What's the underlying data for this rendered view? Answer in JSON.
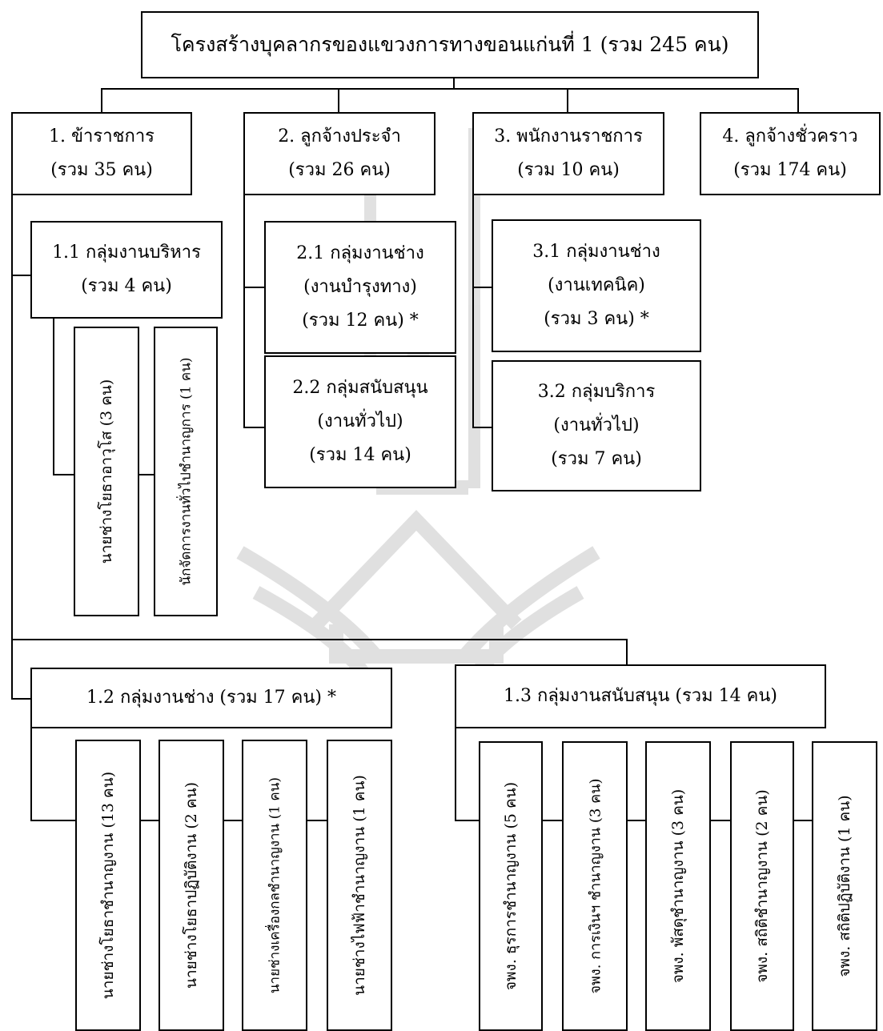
{
  "title": "โครงสร้างบุคลากรของแขวงการทางขอนแก่นที่ 1  (รวม 245 คน)",
  "level1": [
    {
      "name": "1. ข้าราชการ",
      "total": "(รวม 35 คน)"
    },
    {
      "name": "2. ลูกจ้างประจำ",
      "total": "(รวม 26 คน)"
    },
    {
      "name": "3. พนักงานราชการ",
      "total": "(รวม 10 คน)"
    },
    {
      "name": "4. ลูกจ้างชั่วคราว",
      "total": "(รวม 174 คน)"
    }
  ],
  "group_1_1": {
    "name": "1.1 กลุ่มงานบริหาร",
    "total": "(รวม 4 คน)",
    "positions": [
      "นายช่างโยธาอาวุโส  (3 คน)",
      "นักจัดการงานทั่วไปชำนาญการ (1 คน)"
    ]
  },
  "group_2_1": {
    "name": "2.1 กลุ่มงานช่าง",
    "sub": "(งานบำรุงทาง)",
    "total": "(รวม 12 คน) *"
  },
  "group_2_2": {
    "name": "2.2 กลุ่มสนับสนุน",
    "sub": "(งานทั่วไป)",
    "total": "(รวม 14 คน)"
  },
  "group_3_1": {
    "name": "3.1 กลุ่มงานช่าง",
    "sub": "(งานเทคนิค)",
    "total": "(รวม 3 คน) *"
  },
  "group_3_2": {
    "name": "3.2 กลุ่มบริการ",
    "sub": "(งานทั่วไป)",
    "total": "(รวม 7 คน)"
  },
  "group_1_2": {
    "label": "1.2 กลุ่มงานช่าง  (รวม 17 คน) *",
    "positions": [
      "นายช่างโยธาชำนาญงาน (13 คน)",
      "นายช่างโยธาปฏิบัติงาน (2 คน)",
      "นายช่างเครื่องกลชำนาญงาน (1  คน)",
      "นายช่างไฟฟ้าชำนาญงาน (1 คน)"
    ]
  },
  "group_1_3": {
    "label": "1.3 กลุ่มงานสนับสนุน (รวม 14 คน)",
    "positions": [
      "จพง. ธุรการชำนาญงาน (5 คน)",
      "จพง. การเงินฯ ชำนาญงาน (3 คน)",
      "จพง. พัสดุชำนาญงาน (3 คน)",
      "จพง. สถิติชำนาญงาน (2 คน)",
      "จพง. สถิติปฏิบัติงาน (1 คน)"
    ]
  }
}
